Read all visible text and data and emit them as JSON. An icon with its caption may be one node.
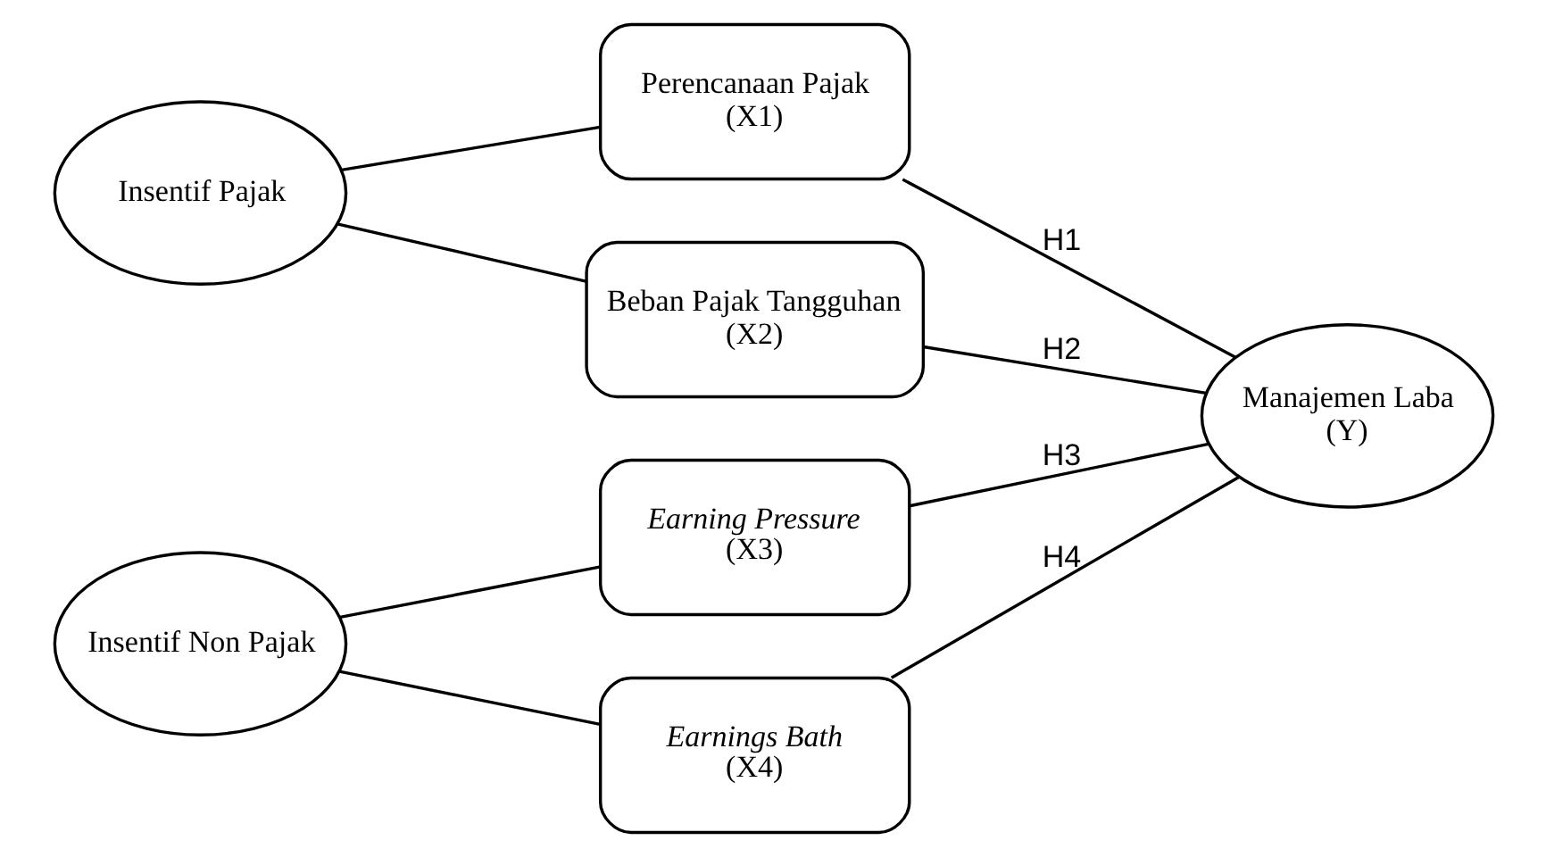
{
  "diagram": {
    "nodes": [
      {
        "text": [
          "Insentif Pajak"
        ]
      },
      {
        "text": [
          "Insentif Non Pajak"
        ]
      },
      {
        "text": [
          "Perencanaan Pajak",
          "(X1)"
        ]
      },
      {
        "text": [
          "Beban Pajak Tangguhan",
          "(X2)"
        ]
      },
      {
        "text": [
          "Earning Pressure",
          "(X3)"
        ]
      },
      {
        "text": [
          "Earnings Bath",
          "(X4)"
        ]
      },
      {
        "text": [
          "Manajemen Laba",
          "(Y)"
        ]
      }
    ],
    "edges": [
      {
        "from": 0,
        "to": 2,
        "arrow": "none"
      },
      {
        "from": 0,
        "to": 3,
        "arrow": "none"
      },
      {
        "from": 1,
        "to": 4,
        "arrow": "none"
      },
      {
        "from": 1,
        "to": 5,
        "arrow": "none"
      },
      {
        "from": 2,
        "to": 6,
        "arrow": "none",
        "label": "H1"
      },
      {
        "from": 3,
        "to": 6,
        "arrow": "none",
        "label": "H2"
      },
      {
        "from": 4,
        "to": 6,
        "arrow": "none",
        "label": "H3"
      },
      {
        "from": 5,
        "to": 6,
        "arrow": "none",
        "label": "H4"
      }
    ]
  }
}
